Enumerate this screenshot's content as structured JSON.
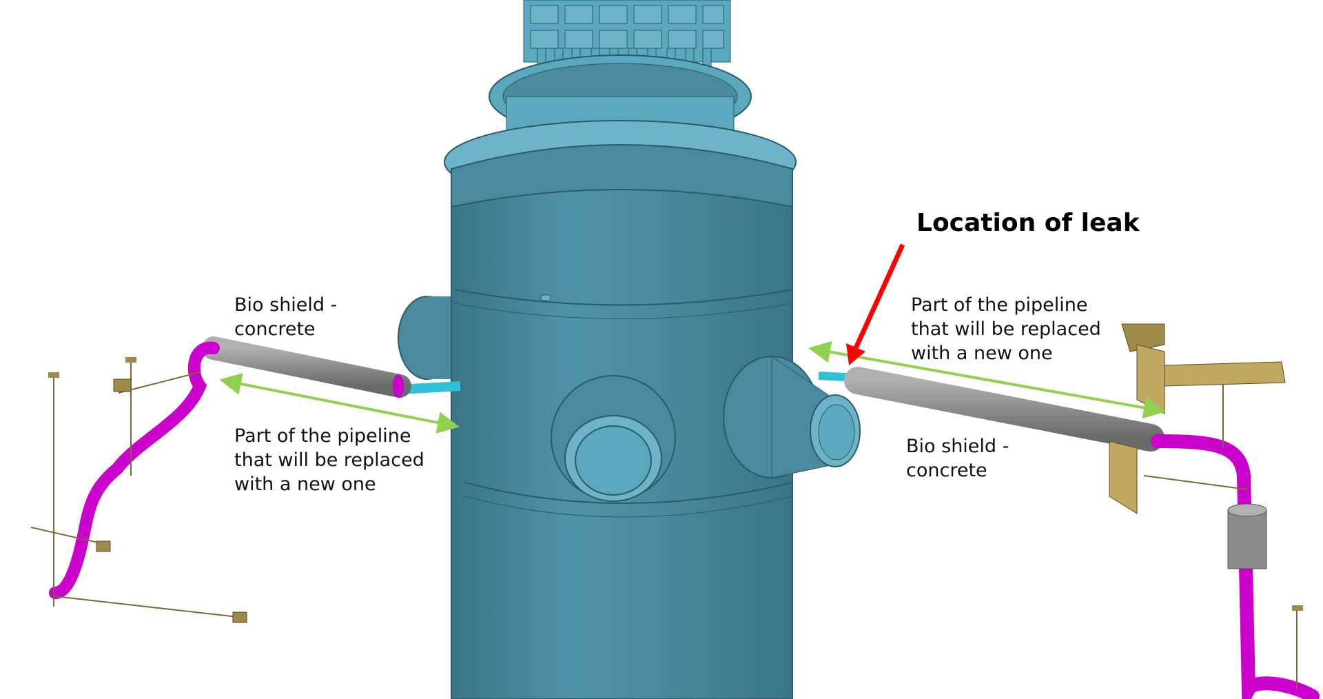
{
  "labels": {
    "leak_location": "Location of leak",
    "left_bioshield": "Bio shield -\nconcrete",
    "left_replaced": "Part of the pipeline\nthat will be replaced\nwith a new one",
    "right_replaced": "Part of the pipeline\nthat will be replaced\nwith a new one",
    "right_bioshield": "Bio shield -\nconcrete"
  },
  "colors": {
    "vessel": "#4a8a9e",
    "vessel_shade": "#3a7487",
    "vessel_light": "#6eb4c8",
    "pipe_magenta": "#cc00cc",
    "concrete_grey": "#8c8c8c",
    "arrow_green": "#92d050",
    "leak_arrow_red": "#ff0000",
    "support_tan": "#a08a4a",
    "nozzle_cyan": "#30c0d8"
  }
}
